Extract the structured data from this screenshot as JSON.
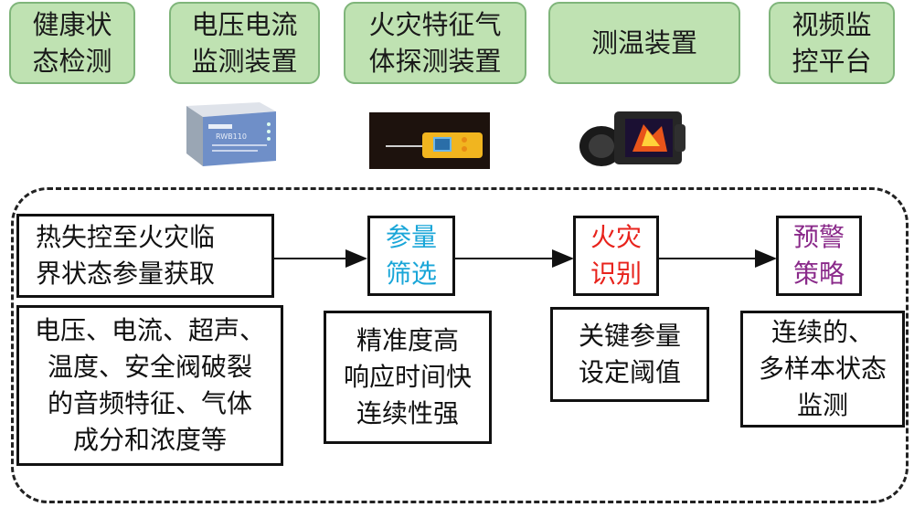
{
  "top_row": [
    {
      "text": "健康状\n态检测"
    },
    {
      "text": "电压电流\n监测装置"
    },
    {
      "text": "火灾特征气\n体探测装置"
    },
    {
      "text": "测温装置"
    },
    {
      "text": "视频监\n控平台"
    }
  ],
  "device_labels": {
    "monitor_model": "RWB110"
  },
  "flow": {
    "step1": "热失控至火灾临\n界状态参量获取",
    "step2": "参量\n筛选",
    "step3": "火灾\n识别",
    "step4": "预警\n策略",
    "detail1": "电压、电流、超声、\n温度、安全阀破裂\n的音频特征、气体\n成分和浓度等",
    "detail2": "精准度高\n响应时间快\n连续性强",
    "detail3": "关键参量\n设定阈值",
    "detail4": "连续的、\n多样本状态\n监测"
  },
  "colors": {
    "top_fill": "#bfe2b2",
    "step2": "#1aa6d8",
    "step3": "#e8231c",
    "step4": "#8a2a8a"
  }
}
